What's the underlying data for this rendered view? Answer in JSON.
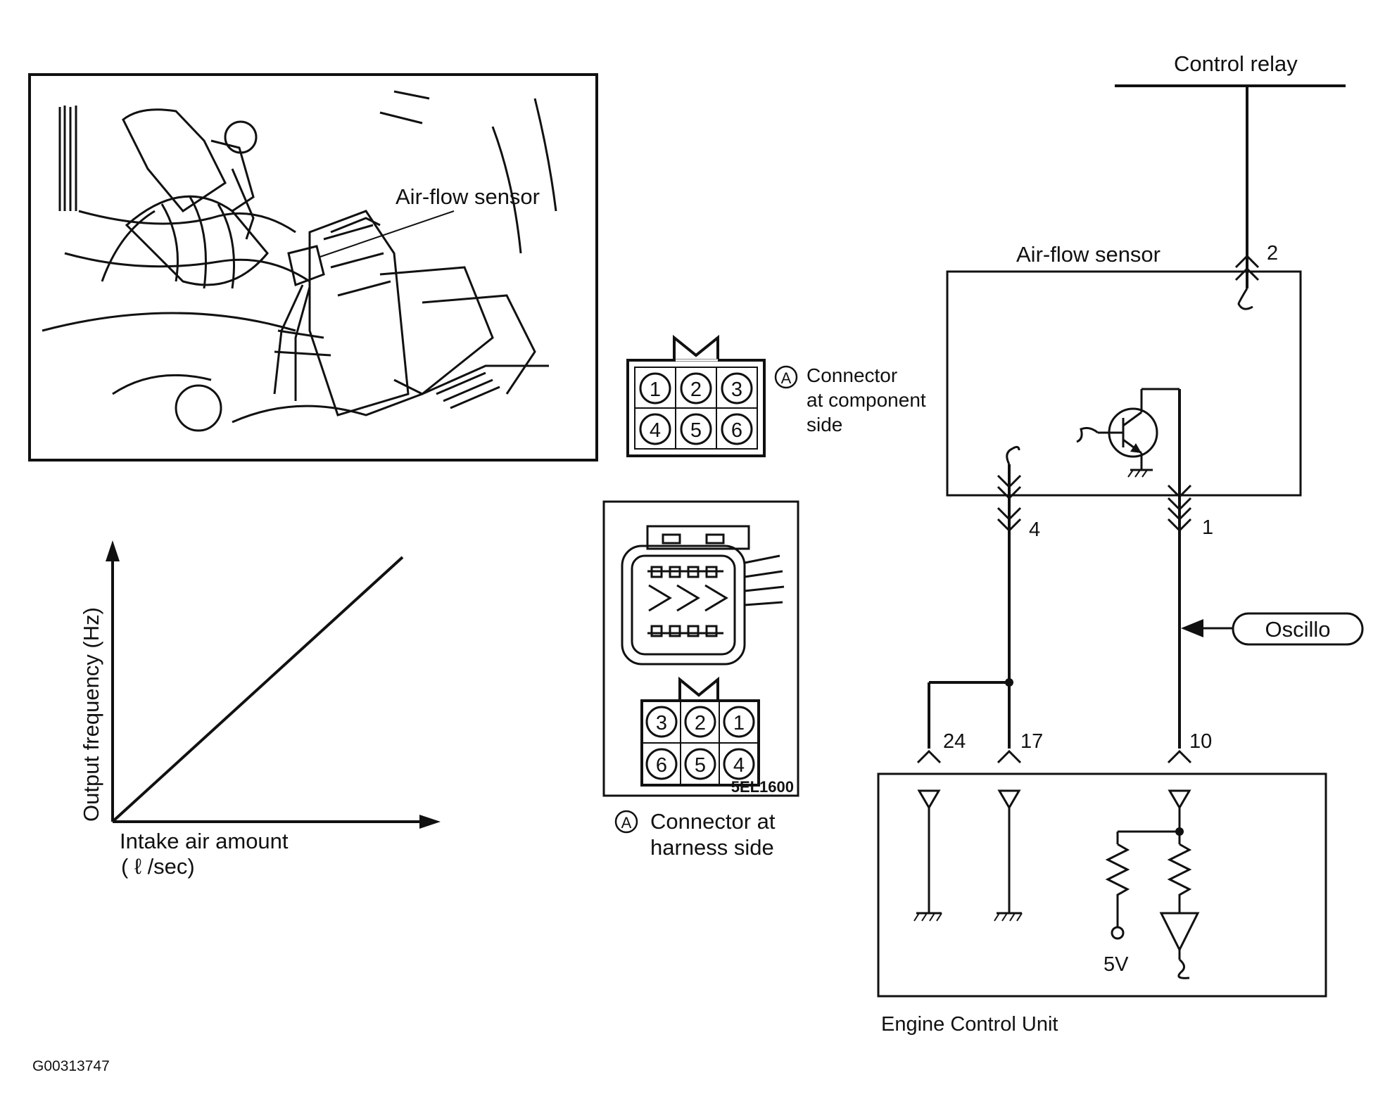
{
  "photo": {
    "callout": "Air-flow sensor"
  },
  "graph": {
    "ylabel": "Output frequency (Hz)",
    "xlabel_line1": "Intake air amount",
    "xlabel_line2": "( ℓ /sec)"
  },
  "component_connector": {
    "marker": "A",
    "caption_line1": "Connector",
    "caption_line2": "at component",
    "caption_line3": "side",
    "pins_row1": [
      "1",
      "2",
      "3"
    ],
    "pins_row2": [
      "4",
      "5",
      "6"
    ]
  },
  "harness_connector": {
    "marker": "A",
    "caption_line1": "Connector at",
    "caption_line2": "harness side",
    "pins_row1": [
      "3",
      "2",
      "1"
    ],
    "pins_row2": [
      "6",
      "5",
      "4"
    ],
    "code": "5EL1600"
  },
  "schematic": {
    "control_relay": "Control relay",
    "sensor_title": "Air-flow sensor",
    "pin_2": "2",
    "pin_4": "4",
    "pin_1": "1",
    "oscillo": "Oscillo",
    "ecu_pin_24": "24",
    "ecu_pin_17": "17",
    "ecu_pin_10": "10",
    "supply": "5V",
    "ecu_title": "Engine Control Unit"
  },
  "figure_id": "G00313747"
}
